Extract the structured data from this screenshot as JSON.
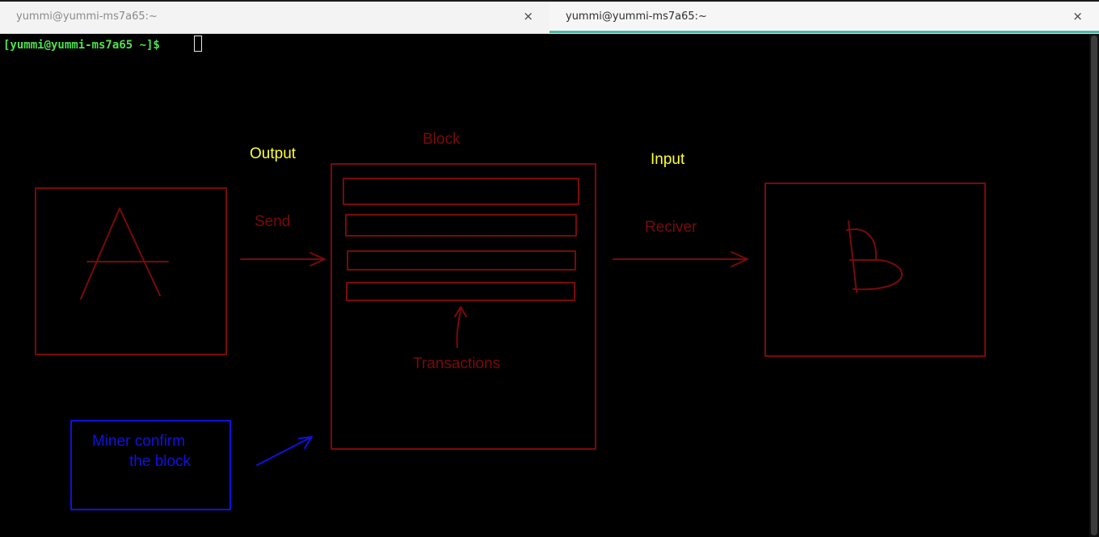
{
  "tabs": [
    {
      "title": "yummi@yummi-ms7a65:~",
      "close": "×",
      "active": false
    },
    {
      "title": "yummi@yummi-ms7a65:~",
      "close": "×",
      "active": true
    }
  ],
  "terminal": {
    "prompt": "[yummi@yummi-ms7a65 ~]$"
  },
  "drawing": {
    "labels": {
      "output": "Output",
      "send": "Send",
      "block": "Block",
      "input": "Input",
      "receiver": "Reciver",
      "transactions": "Transactions",
      "miner_line1": "Miner confirm",
      "miner_line2": "the block"
    },
    "colors": {
      "red": "#7a0a0a",
      "yellow": "#ffff33",
      "blue": "#1111e0",
      "prompt_green": "#4ee44e",
      "tab_accent": "#4fb7a8"
    }
  }
}
